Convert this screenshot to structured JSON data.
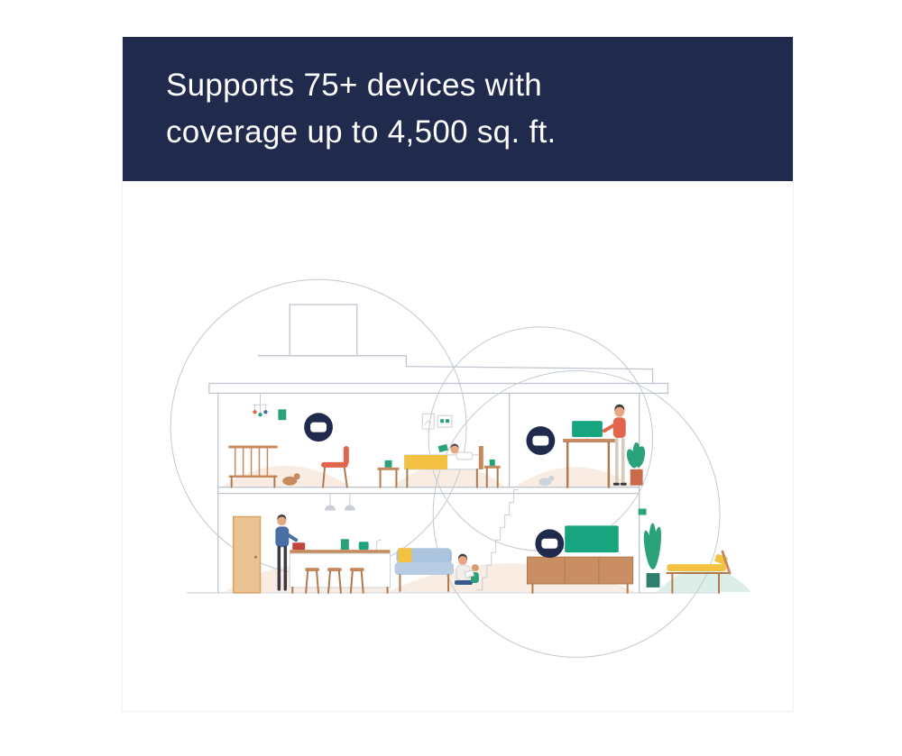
{
  "banner": {
    "line1": "Supports 75+ devices with",
    "line2": "coverage up to 4,500 sq. ft."
  },
  "illustration": {
    "device_count": "3",
    "scene": "two-story home cross-section with three mesh wifi routers and overlapping coverage circles"
  },
  "colors": {
    "banner_background": "#1f2a4c",
    "banner_text": "#ffffff",
    "device_navy": "#1f2a4c",
    "accent_green": "#16a57f",
    "accent_yellow": "#f3c242",
    "accent_coral": "#e2654d",
    "wood": "#c68a5e",
    "outline_gray": "#bfc5ce",
    "room_backdrop": "#f9ece2"
  }
}
